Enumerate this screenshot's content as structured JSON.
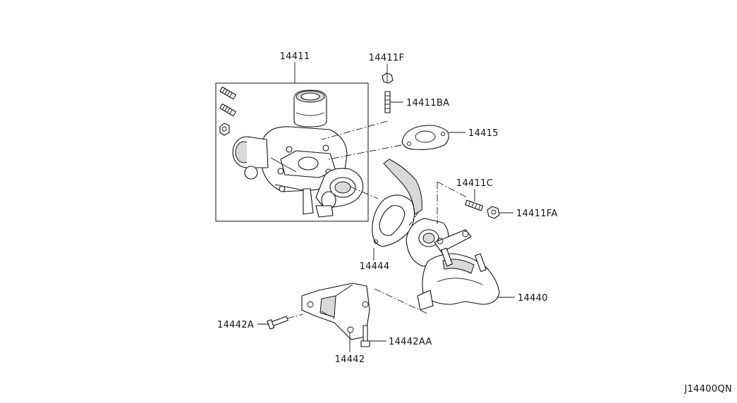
{
  "diagram_id": "J14400QN",
  "parts": {
    "turbocharger": "14411",
    "stud_upper": "14411BA",
    "nut_upper": "14411F",
    "gasket_turbo": "14415",
    "stud_lower": "14411C",
    "nut_lower": "14411FA",
    "gasket_manifold": "14444",
    "exhaust_manifold": "14440",
    "bracket": "14442",
    "bolt_left": "14442A",
    "bolt_bottom": "14442AA"
  }
}
